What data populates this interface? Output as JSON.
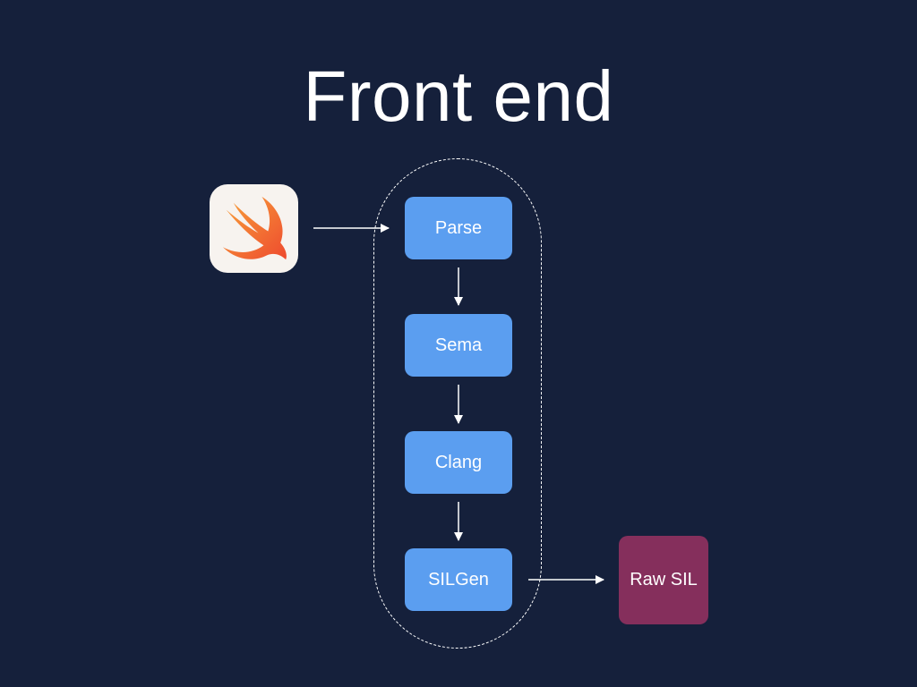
{
  "slide": {
    "title": "Front end"
  },
  "pipeline": {
    "stages": [
      "Parse",
      "Sema",
      "Clang",
      "SILGen"
    ],
    "output": "Raw SIL"
  },
  "icons": {
    "input": "swift-logo-icon"
  },
  "colors": {
    "background": "#15203b",
    "stage_fill": "#5b9ef0",
    "output_fill": "#852f5c",
    "text": "#ffffff"
  }
}
